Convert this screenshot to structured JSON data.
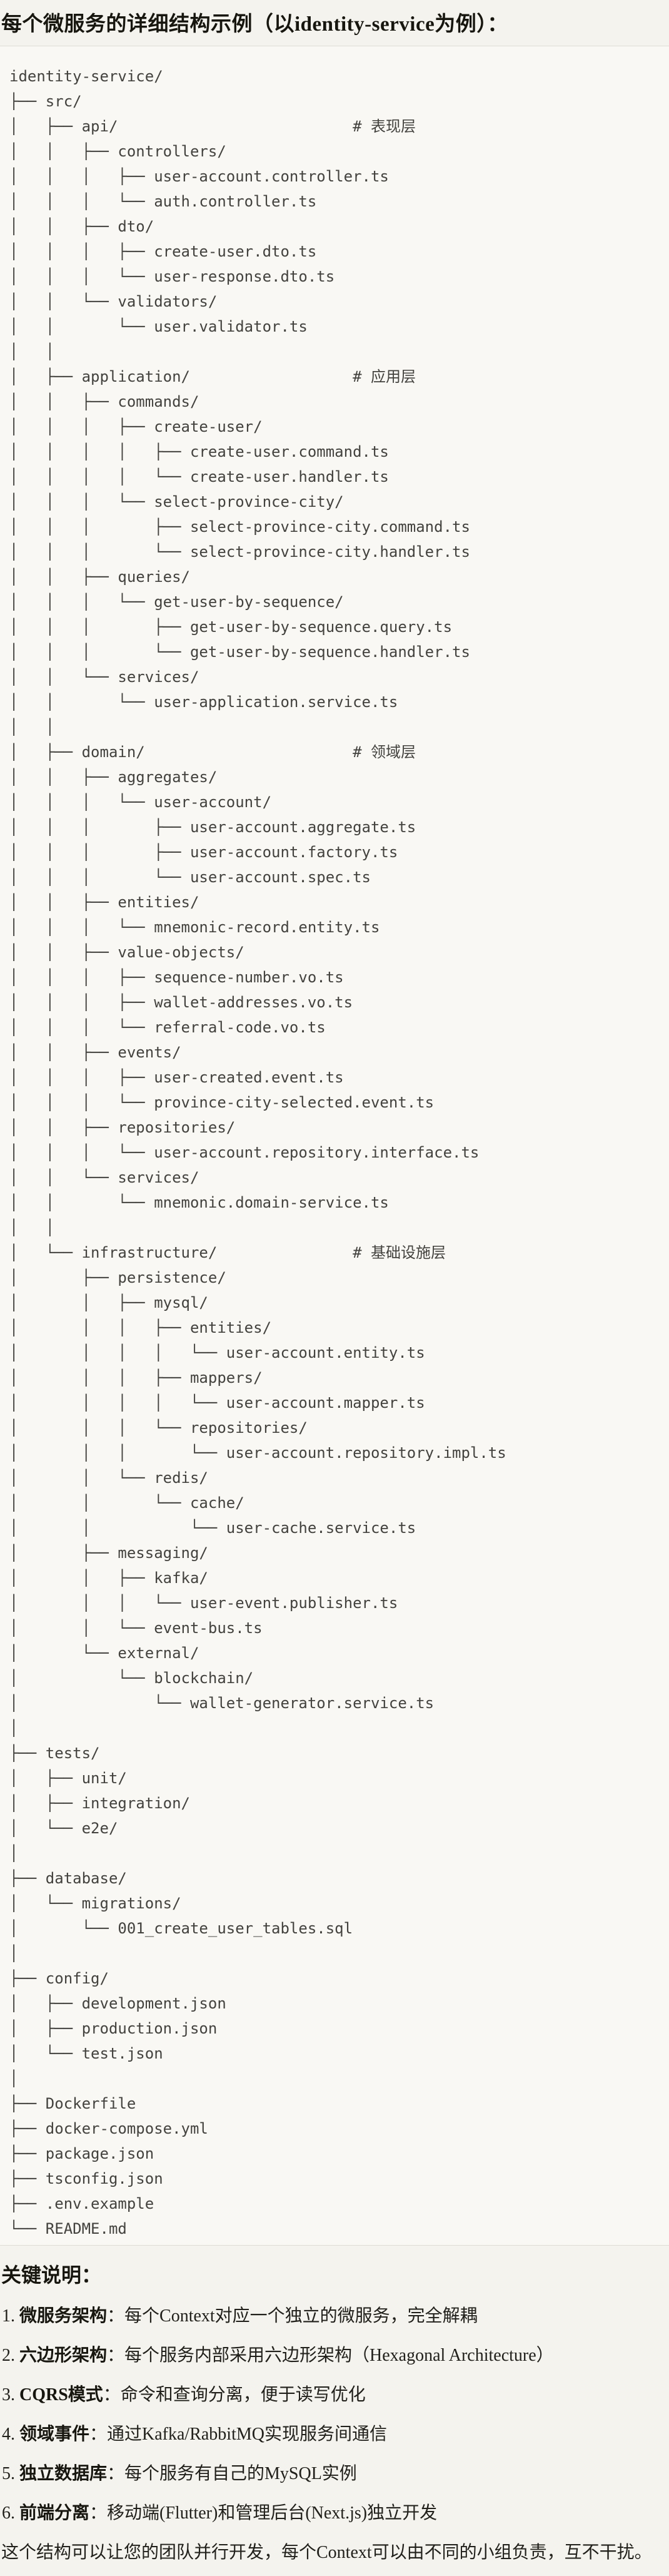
{
  "title": "每个微服务的详细结构示例（以identity-service为例）：",
  "code_block": {
    "comments": [
      "# 表现层",
      "# 应用层",
      "# 领域层",
      "# 基础设施层"
    ],
    "text": "identity-service/\n├── src/\n│   ├── api/                          # 表现层\n│   │   ├── controllers/\n│   │   │   ├── user-account.controller.ts\n│   │   │   └── auth.controller.ts\n│   │   ├── dto/\n│   │   │   ├── create-user.dto.ts\n│   │   │   └── user-response.dto.ts\n│   │   └── validators/\n│   │       └── user.validator.ts\n│   │\n│   ├── application/                  # 应用层\n│   │   ├── commands/\n│   │   │   ├── create-user/\n│   │   │   │   ├── create-user.command.ts\n│   │   │   │   └── create-user.handler.ts\n│   │   │   └── select-province-city/\n│   │   │       ├── select-province-city.command.ts\n│   │   │       └── select-province-city.handler.ts\n│   │   ├── queries/\n│   │   │   └── get-user-by-sequence/\n│   │   │       ├── get-user-by-sequence.query.ts\n│   │   │       └── get-user-by-sequence.handler.ts\n│   │   └── services/\n│   │       └── user-application.service.ts\n│   │\n│   ├── domain/                       # 领域层\n│   │   ├── aggregates/\n│   │   │   └── user-account/\n│   │   │       ├── user-account.aggregate.ts\n│   │   │       ├── user-account.factory.ts\n│   │   │       └── user-account.spec.ts\n│   │   ├── entities/\n│   │   │   └── mnemonic-record.entity.ts\n│   │   ├── value-objects/\n│   │   │   ├── sequence-number.vo.ts\n│   │   │   ├── wallet-addresses.vo.ts\n│   │   │   └── referral-code.vo.ts\n│   │   ├── events/\n│   │   │   ├── user-created.event.ts\n│   │   │   └── province-city-selected.event.ts\n│   │   ├── repositories/\n│   │   │   └── user-account.repository.interface.ts\n│   │   └── services/\n│   │       └── mnemonic.domain-service.ts\n│   │\n│   └── infrastructure/               # 基础设施层\n│       ├── persistence/\n│       │   ├── mysql/\n│       │   │   ├── entities/\n│       │   │   │   └── user-account.entity.ts\n│       │   │   ├── mappers/\n│       │   │   │   └── user-account.mapper.ts\n│       │   │   └── repositories/\n│       │   │       └── user-account.repository.impl.ts\n│       │   └── redis/\n│       │       └── cache/\n│       │           └── user-cache.service.ts\n│       ├── messaging/\n│       │   ├── kafka/\n│       │   │   └── user-event.publisher.ts\n│       │   └── event-bus.ts\n│       └── external/\n│           └── blockchain/\n│               └── wallet-generator.service.ts\n│\n├── tests/\n│   ├── unit/\n│   ├── integration/\n│   └── e2e/\n│\n├── database/\n│   └── migrations/\n│       └── 001_create_user_tables.sql\n│\n├── config/\n│   ├── development.json\n│   ├── production.json\n│   └── test.json\n│\n├── Dockerfile\n├── docker-compose.yml\n├── package.json\n├── tsconfig.json\n├── .env.example\n└── README.md"
  },
  "notes": {
    "heading": "关键说明：",
    "items": [
      {
        "num": "1.",
        "label": "微服务架构",
        "text": "：每个Context对应一个独立的微服务，完全解耦"
      },
      {
        "num": "2.",
        "label": "六边形架构",
        "text": "：每个服务内部采用六边形架构（Hexagonal Architecture）"
      },
      {
        "num": "3.",
        "label": "CQRS模式",
        "text": "：命令和查询分离，便于读写优化"
      },
      {
        "num": "4.",
        "label": "领域事件",
        "text": "：通过Kafka/RabbitMQ实现服务间通信"
      },
      {
        "num": "5.",
        "label": "独立数据库",
        "text": "：每个服务有自己的MySQL实例"
      },
      {
        "num": "6.",
        "label": "前端分离",
        "text": "：移动端(Flutter)和管理后台(Next.js)独立开发"
      }
    ],
    "closing": "这个结构可以让您的团队并行开发，每个Context可以由不同的小组负责，互不干扰。"
  },
  "colors": {
    "page_background": "#F4F3EE",
    "code_background": "#F9F8F4",
    "divider": "#DFDDD5",
    "code_text": "#43423E",
    "heading_text": "#17160F",
    "body_text": "#21201B"
  }
}
